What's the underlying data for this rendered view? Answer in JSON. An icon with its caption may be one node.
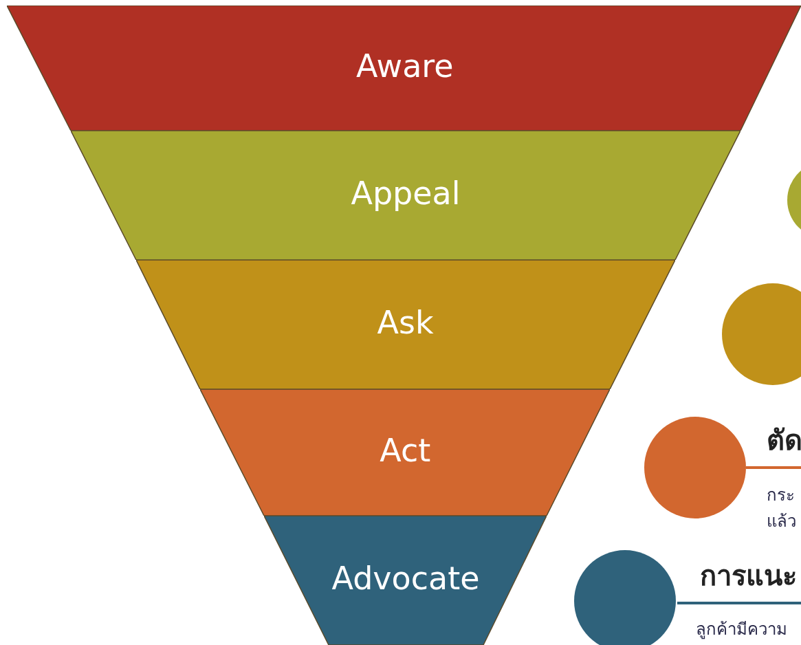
{
  "diagram": {
    "nodes": [
      {
        "text": [
          "Aware"
        ]
      },
      {
        "text": [
          "Appeal"
        ]
      },
      {
        "text": [
          "Ask"
        ]
      },
      {
        "text": [
          "Act"
        ]
      },
      {
        "text": [
          "Advocate"
        ]
      },
      {
        "text": [],
        "shape": "circle"
      },
      {
        "text": [],
        "shape": "circle"
      },
      {
        "text": [],
        "shape": "circle",
        "beside": [
          "ตัด",
          "กระ",
          "แล้ว"
        ]
      },
      {
        "text": [],
        "shape": "circle",
        "beside": [
          "การแนะ",
          "ลูกค้ามีความ"
        ]
      }
    ]
  }
}
